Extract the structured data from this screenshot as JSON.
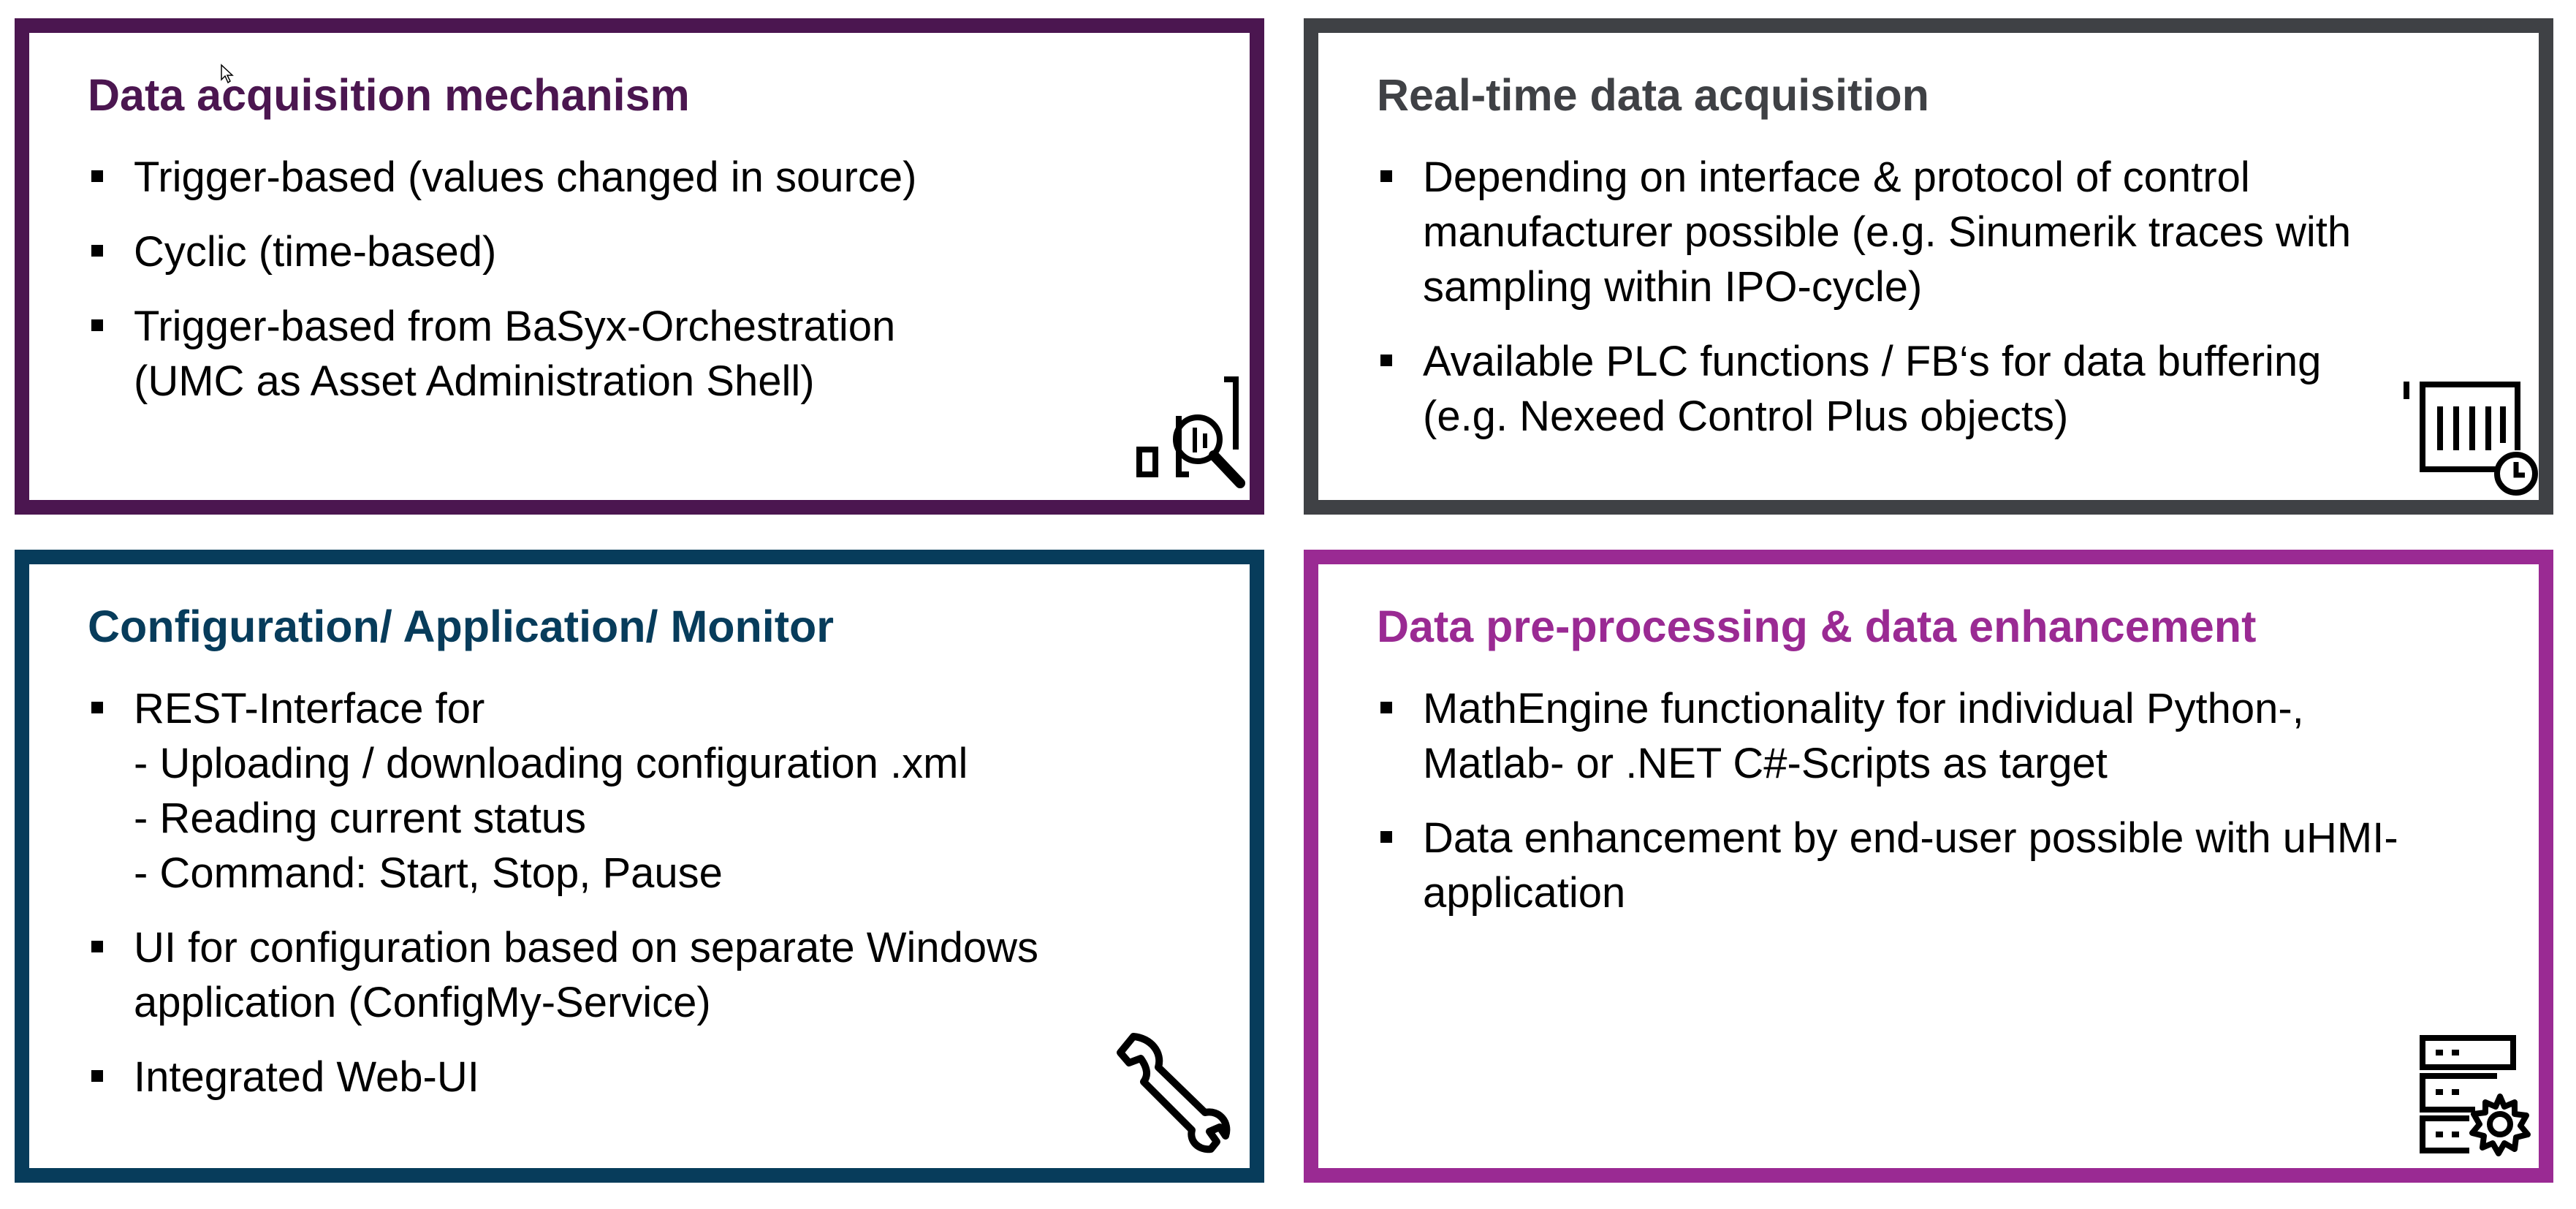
{
  "panels": [
    {
      "title": "Data acquisition mechanism",
      "color": "#4b1650",
      "icon": "chart-magnifier-icon",
      "bullets": [
        {
          "lines": [
            "Trigger-based (values changed in source)"
          ]
        },
        {
          "lines": [
            "Cyclic (time-based)"
          ]
        },
        {
          "lines": [
            "Trigger-based from BaSyx-Orchestration",
            "(UMC as Asset Administration Shell)"
          ]
        }
      ]
    },
    {
      "title": "Real-time data acquisition",
      "color": "#3f4145",
      "icon": "barcode-clock-icon",
      "bullets": [
        {
          "lines": [
            "Depending on interface & protocol of control",
            "manufacturer possible (e.g. Sinumerik traces with",
            "sampling within IPO-cycle)"
          ]
        },
        {
          "lines": [
            "Available PLC functions / FB‘s for data buffering",
            "(e.g. Nexeed Control Plus objects)"
          ]
        }
      ]
    },
    {
      "title": "Configuration/ Application/ Monitor",
      "color": "#073c5b",
      "icon": "wrench-icon",
      "bullets": [
        {
          "lines": [
            "REST-Interface for",
            "- Uploading / downloading configuration .xml",
            "- Reading current status",
            "- Command: Start, Stop, Pause"
          ]
        },
        {
          "lines": [
            "UI for configuration based on separate Windows",
            "application (ConfigMy-Service)"
          ]
        },
        {
          "lines": [
            "Integrated Web-UI"
          ]
        }
      ]
    },
    {
      "title": "Data pre-processing & data enhancement",
      "color": "#9a2a93",
      "icon": "server-gear-icon",
      "bullets": [
        {
          "lines": [
            "MathEngine functionality for individual Python-,",
            "Matlab- or .NET C#-Scripts as target"
          ]
        },
        {
          "lines": [
            "Data enhancement by end-user possible with uHMI-",
            "application"
          ]
        }
      ]
    }
  ]
}
